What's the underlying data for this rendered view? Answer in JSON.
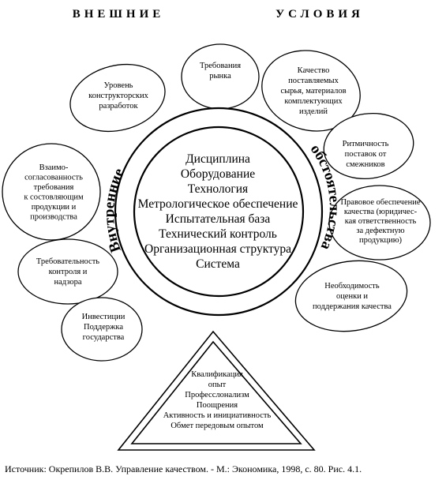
{
  "header": {
    "left": "ВНЕШНИЕ",
    "right": "УСЛОВИЯ"
  },
  "inner_ring_labels": {
    "left": "Внутренние",
    "right": "обстоятельства"
  },
  "core_items": [
    "Дисциплина",
    "Оборудование",
    "Технология",
    "Метрологическое обеспечение",
    "Испытательная база",
    "Технический контроль",
    "Организационная структура",
    "Система"
  ],
  "petals": {
    "market": [
      "Требования",
      "рынка"
    ],
    "supplies": [
      "Качество",
      "поставляемых",
      "сырья, материалов",
      "комплектующих",
      "изделий"
    ],
    "rhythm": [
      "Ритмичность",
      "поставок от",
      "смежников"
    ],
    "legal": [
      "Правовое обеспечение",
      "качества (юридичес-",
      "кая ответственность",
      "за дефектную",
      "продукцию)"
    ],
    "assessment": [
      "Необходимость",
      "оценки и",
      "поддержания качества"
    ],
    "design": [
      "Уровень",
      "конструкторских",
      "разработок"
    ],
    "coordination": [
      "Взаимо-",
      "согласованность",
      "требования",
      "к состовляющим",
      "продукции и",
      "производства"
    ],
    "control": [
      "Требовательность",
      "контроля и",
      "надзора"
    ],
    "investment": [
      "Инвестиции",
      "Поддержка",
      "государства"
    ]
  },
  "triangle_items": [
    "Квалификация",
    "опыт",
    "Професслонализм",
    "Поощрения",
    "Активность и инициативность",
    "Обмет передовым опытом"
  ],
  "source": "Источник: Окрепилов В.В. Управление качеством. - М.: Экономика, 1998, с. 80. Рис. 4.1."
}
